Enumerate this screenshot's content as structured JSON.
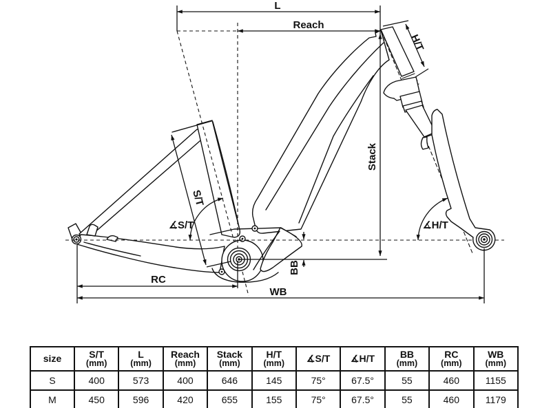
{
  "diagram": {
    "labels": {
      "l": "L",
      "reach": "Reach",
      "ht": "H/T",
      "stack": "Stack",
      "st": "S/T",
      "angle_st": "∡S/T",
      "angle_ht": "∡H/T",
      "bb": "BB",
      "rc": "RC",
      "wb": "WB"
    }
  },
  "table": {
    "columns": [
      {
        "label": "size",
        "sub": ""
      },
      {
        "label": "S/T",
        "sub": "(mm)"
      },
      {
        "label": "L",
        "sub": "(mm)"
      },
      {
        "label": "Reach",
        "sub": "(mm)"
      },
      {
        "label": "Stack",
        "sub": "(mm)"
      },
      {
        "label": "H/T",
        "sub": "(mm)"
      },
      {
        "label": "∡S/T",
        "sub": ""
      },
      {
        "label": "∡H/T",
        "sub": ""
      },
      {
        "label": "BB",
        "sub": "(mm)"
      },
      {
        "label": "RC",
        "sub": "(mm)"
      },
      {
        "label": "WB",
        "sub": "(mm)"
      }
    ],
    "rows": [
      {
        "cells": [
          "S",
          "400",
          "573",
          "400",
          "646",
          "145",
          "75°",
          "67.5°",
          "55",
          "460",
          "1155"
        ]
      },
      {
        "cells": [
          "M",
          "450",
          "596",
          "420",
          "655",
          "155",
          "75°",
          "67.5°",
          "55",
          "460",
          "1179"
        ]
      }
    ]
  },
  "colors": {
    "line": "#111111",
    "background": "#ffffff"
  }
}
